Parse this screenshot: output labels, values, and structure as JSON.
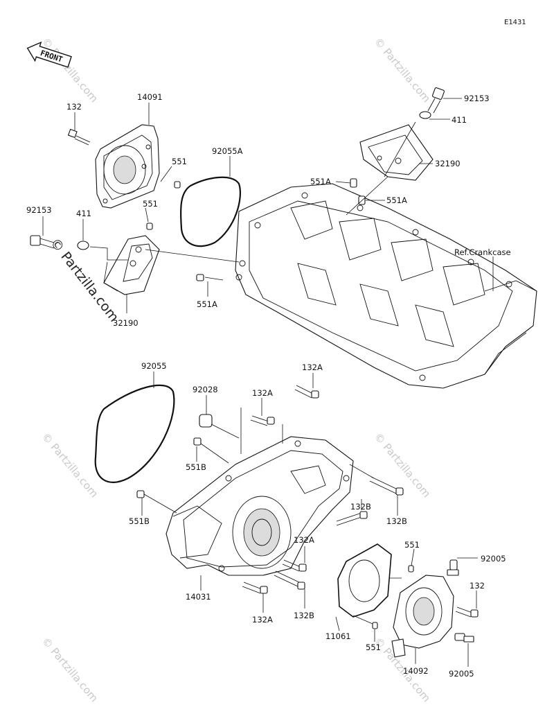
{
  "diagram": {
    "code": "E1431",
    "front_label": "FRONT",
    "ref_label": "Ref.Crankcase",
    "watermark": "© Partzilla.com",
    "callouts": [
      {
        "id": "c132-top",
        "text": "132"
      },
      {
        "id": "c14091",
        "text": "14091"
      },
      {
        "id": "c551-a",
        "text": "551"
      },
      {
        "id": "c551-b",
        "text": "551"
      },
      {
        "id": "c92055A",
        "text": "92055A"
      },
      {
        "id": "c92153-left",
        "text": "92153"
      },
      {
        "id": "c411-left",
        "text": "411"
      },
      {
        "id": "c32190-left",
        "text": "32190"
      },
      {
        "id": "c551A-bottom",
        "text": "551A"
      },
      {
        "id": "c92153-top",
        "text": "92153"
      },
      {
        "id": "c411-top",
        "text": "411"
      },
      {
        "id": "c32190-top",
        "text": "32190"
      },
      {
        "id": "c551A-top1",
        "text": "551A"
      },
      {
        "id": "c551A-top2",
        "text": "551A"
      },
      {
        "id": "c92055",
        "text": "92055"
      },
      {
        "id": "c132A-top",
        "text": "132A"
      },
      {
        "id": "c92028",
        "text": "92028"
      },
      {
        "id": "c132A-2",
        "text": "132A"
      },
      {
        "id": "c551B-1",
        "text": "551B"
      },
      {
        "id": "c551B-2",
        "text": "551B"
      },
      {
        "id": "c132B-1",
        "text": "132B"
      },
      {
        "id": "c132B-2",
        "text": "132B"
      },
      {
        "id": "c132A-3",
        "text": "132A"
      },
      {
        "id": "c14031",
        "text": "14031"
      },
      {
        "id": "c132A-4",
        "text": "132A"
      },
      {
        "id": "c132B-3",
        "text": "132B"
      },
      {
        "id": "c551-c",
        "text": "551"
      },
      {
        "id": "c92005-top",
        "text": "92005"
      },
      {
        "id": "c132-right",
        "text": "132"
      },
      {
        "id": "c11061",
        "text": "11061"
      },
      {
        "id": "c551-d",
        "text": "551"
      },
      {
        "id": "c14092",
        "text": "14092"
      },
      {
        "id": "c92005-bottom",
        "text": "92005"
      }
    ]
  }
}
